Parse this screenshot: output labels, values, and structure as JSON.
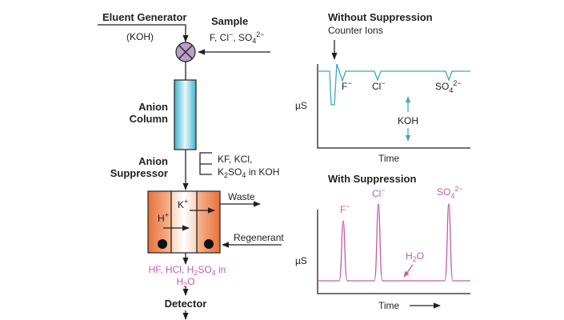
{
  "flow": {
    "eluent_generator": "Eluent Generator",
    "eluent": "(KOH)",
    "sample": "Sample",
    "sample_ions": {
      "a": "F, Cl",
      "a_sup": "−",
      "b": ", SO",
      "b_sub": "4",
      "b_sup": "2−"
    },
    "column": [
      "Anion",
      "Column"
    ],
    "suppressor": [
      "Anion",
      "Suppressor"
    ],
    "column_effluent": {
      "line1": "KF, KCl,",
      "k": "K",
      "k_sub": "2",
      "so": "SO",
      "so_sub": "4",
      "rest": " in KOH"
    },
    "k_ion": "K",
    "h_ion": "H",
    "plus": "+",
    "waste": "Waste",
    "regenerant": "Regenerant",
    "suppressed_effluent": {
      "a": "HF, HCl, H",
      "a_sub": "2",
      "b": "SO",
      "b_sub": "4",
      "c": " in",
      "h": "H",
      "h_sub": "2",
      "o": "O"
    },
    "detector": "Detector"
  },
  "chart_data": [
    {
      "type": "line",
      "title": "Without Suppression",
      "annotation": "Counter Ions",
      "ylabel": "µS",
      "xlabel": "Time",
      "peaks": [
        {
          "ion": "F",
          "sup": "−"
        },
        {
          "ion": "Cl",
          "sup": "−"
        },
        {
          "ion": "SO",
          "sub": "4",
          "sup": "2−"
        }
      ],
      "background_label": "KOH",
      "color": "#3aa9c2"
    },
    {
      "type": "line",
      "title": "With Suppression",
      "ylabel": "µS",
      "xlabel": "Time",
      "peaks": [
        {
          "ion": "F",
          "sup": "−"
        },
        {
          "ion": "Cl",
          "sup": "−"
        },
        {
          "ion": "SO",
          "sub": "4",
          "sup": "2−"
        }
      ],
      "background_label": {
        "h": "H",
        "sub": "2",
        "o": "O"
      },
      "color": "#c65ba8"
    }
  ],
  "colors": {
    "valve": "#b9a0c8",
    "column": "#7fd0e0",
    "suppressor": "#e8743e",
    "trace_unsuppressed": "#3aa9c2",
    "trace_suppressed": "#c65ba8"
  }
}
